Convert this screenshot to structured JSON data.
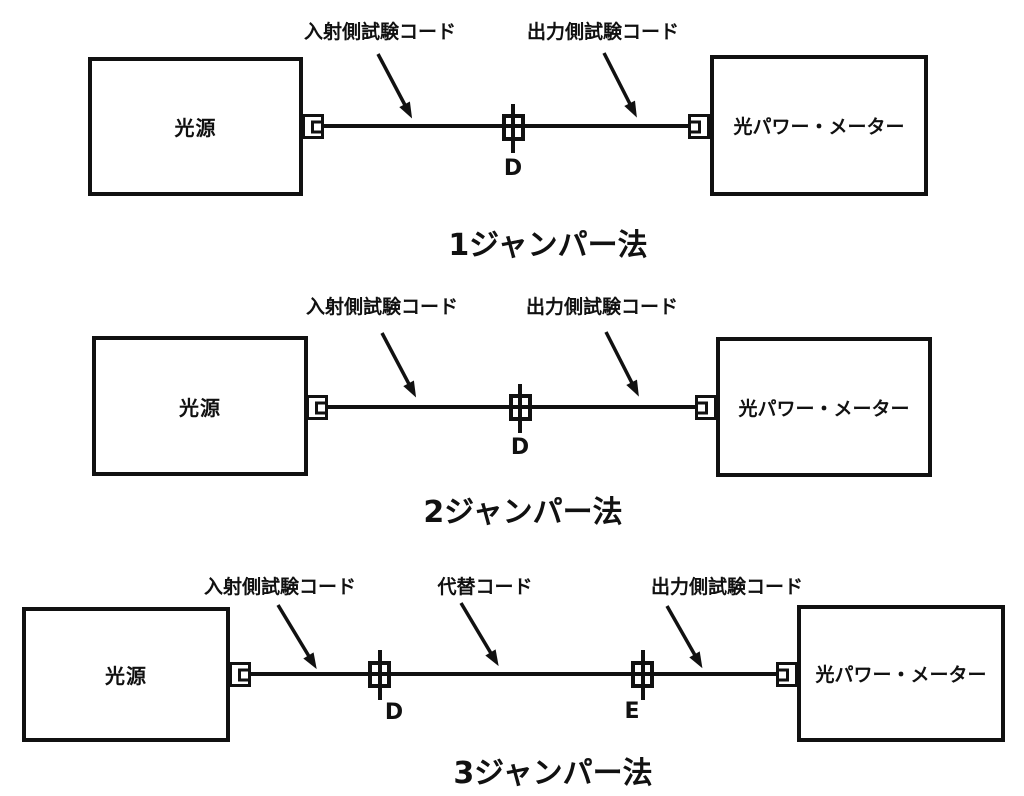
{
  "colors": {
    "ink": "#111111",
    "background": "#ffffff"
  },
  "diagrams": [
    {
      "caption": "1ジャンパー法",
      "source": "光源",
      "meter": "光パワー・メーター",
      "input_cord_label": "入射側試験コード",
      "output_cord_label": "出力側試験コード",
      "connectors": [
        {
          "id": "D"
        }
      ]
    },
    {
      "caption": "2ジャンパー法",
      "source": "光源",
      "meter": "光パワー・メーター",
      "input_cord_label": "入射側試験コード",
      "output_cord_label": "出力側試験コード",
      "connectors": [
        {
          "id": "D"
        }
      ]
    },
    {
      "caption": "3ジャンパー法",
      "source": "光源",
      "meter": "光パワー・メーター",
      "input_cord_label": "入射側試験コード",
      "substitute_cord_label": "代替コード",
      "output_cord_label": "出力側試験コード",
      "connectors": [
        {
          "id": "D"
        },
        {
          "id": "E"
        }
      ]
    }
  ]
}
